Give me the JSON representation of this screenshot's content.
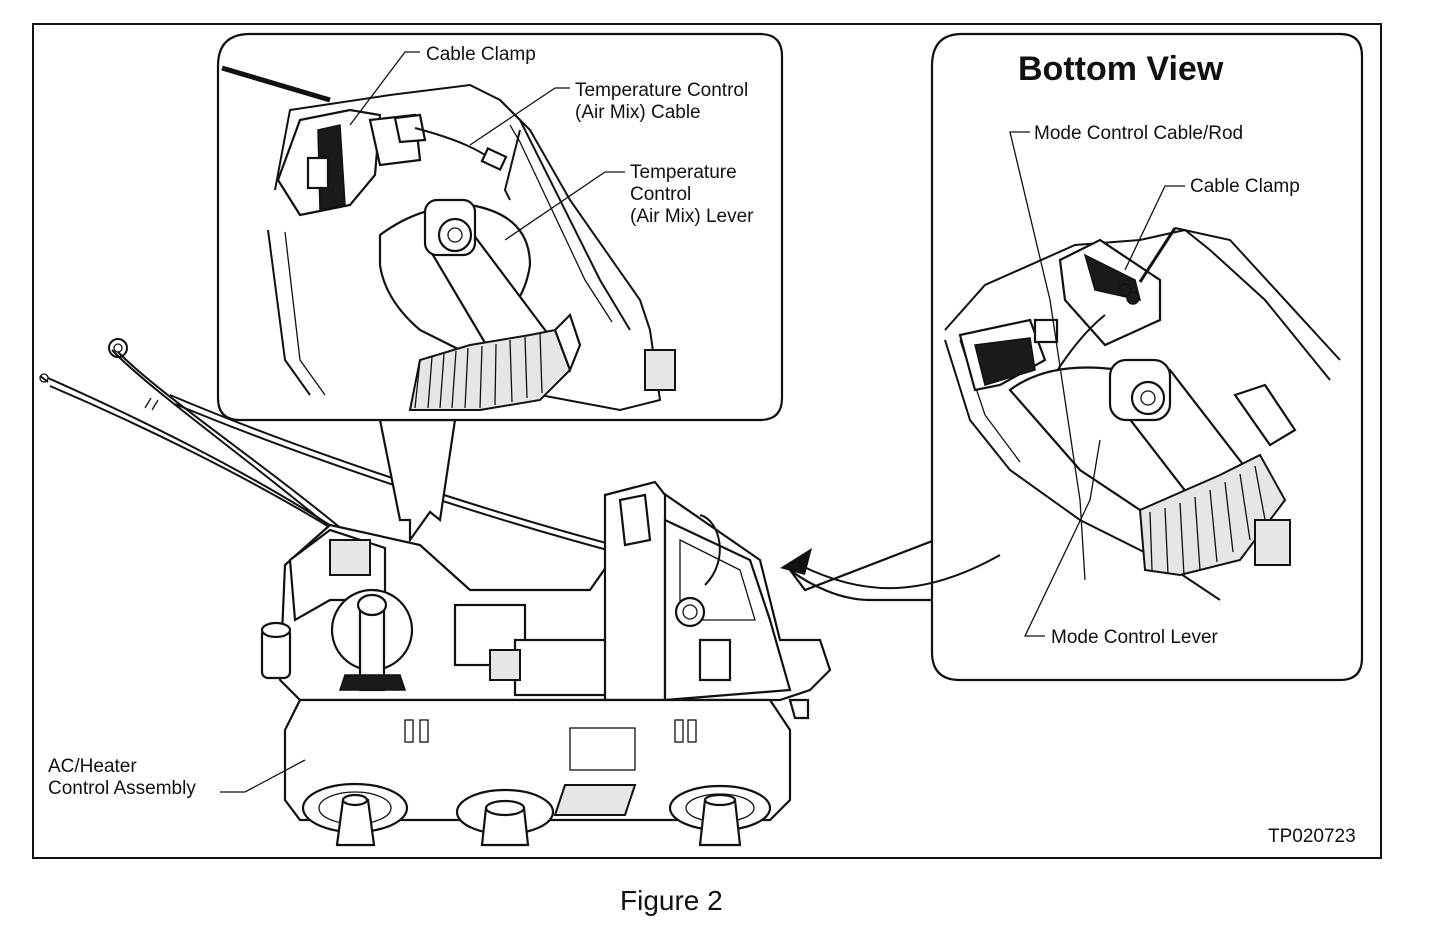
{
  "detail_top": {
    "cable_clamp": "Cable Clamp",
    "temp_cable_line1": "Temperature Control",
    "temp_cable_line2": "(Air Mix) Cable",
    "temp_lever_line1": "Temperature",
    "temp_lever_line2": "Control",
    "temp_lever_line3": "(Air Mix) Lever"
  },
  "detail_bottom": {
    "title": "Bottom View",
    "mode_cable": "Mode Control Cable/Rod",
    "cable_clamp": "Cable Clamp",
    "mode_lever": "Mode Control Lever"
  },
  "main": {
    "assembly_line1": "AC/Heater",
    "assembly_line2": "Control Assembly"
  },
  "reference_code": "TP020723",
  "caption": "Figure 2"
}
